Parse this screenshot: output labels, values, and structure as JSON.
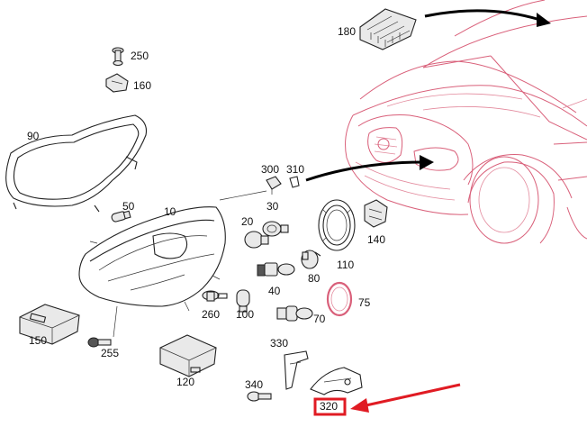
{
  "colors": {
    "accent": "#e01b23",
    "car_outline": "#d9607a",
    "parts_ink": "#222222",
    "background": "#ffffff"
  },
  "parts": {
    "p180": "180",
    "p250": "250",
    "p160": "160",
    "p90": "90",
    "p300": "300",
    "p310": "310",
    "p50": "50",
    "p10": "10",
    "p30": "30",
    "p20": "20",
    "p140": "140",
    "p80": "80",
    "p110": "110",
    "p40": "40",
    "p75": "75",
    "p260": "260",
    "p100": "100",
    "p70": "70",
    "p150": "150",
    "p255": "255",
    "p330": "330",
    "p120": "120",
    "p340": "340",
    "p320": "320"
  },
  "highlight": {
    "target_part": "320",
    "box_color": "#e01b23",
    "arrow_color": "#e01b23"
  }
}
